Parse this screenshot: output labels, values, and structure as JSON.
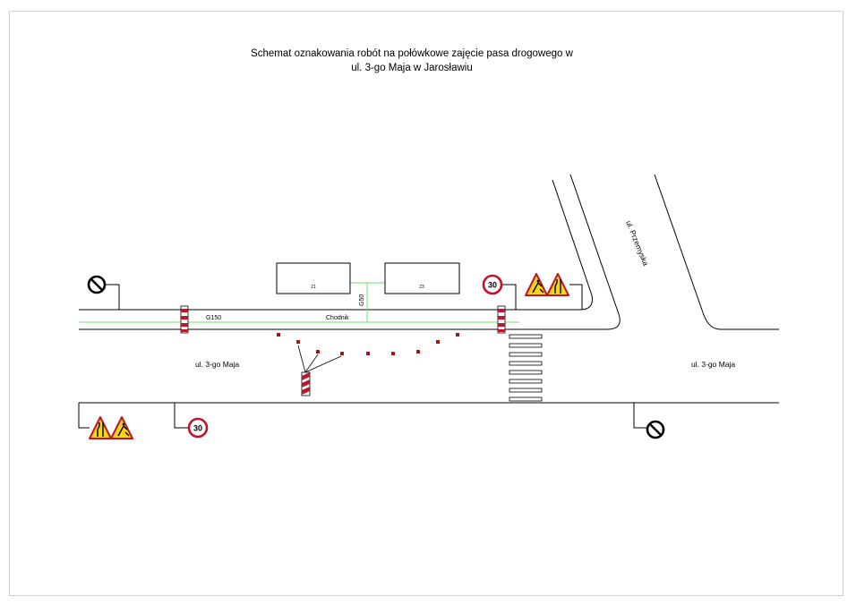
{
  "title": {
    "line1": "Schemat oznakowania robót na połówkowe zajęcie pasa drogowego w",
    "line2": "ul. 3-go Maja w Jarosławiu"
  },
  "labels": {
    "street_left": "ul. 3-go Maja",
    "street_right": "ul. 3-go Maja",
    "street_side": "ul. Przemyska",
    "utility_g150": "G150",
    "sidewalk": "Chodnik",
    "utility_g50": "G50",
    "building_21": "21",
    "building_23": "23"
  },
  "signs": {
    "speed_limit_value": "30",
    "speed_limit_value_bottom": "30"
  },
  "colors": {
    "sign_red": "#c0142a",
    "sign_yellow": "#f4d51a",
    "gas_line": "#6ee06e",
    "cone": "#9b1b1b",
    "road_line": "#000000"
  },
  "icons": [
    "no-entry-icon",
    "speed-limit-icon",
    "roadworks-icon",
    "road-narrows-icon",
    "barrier-icon",
    "cone-icon",
    "crosswalk-icon"
  ]
}
